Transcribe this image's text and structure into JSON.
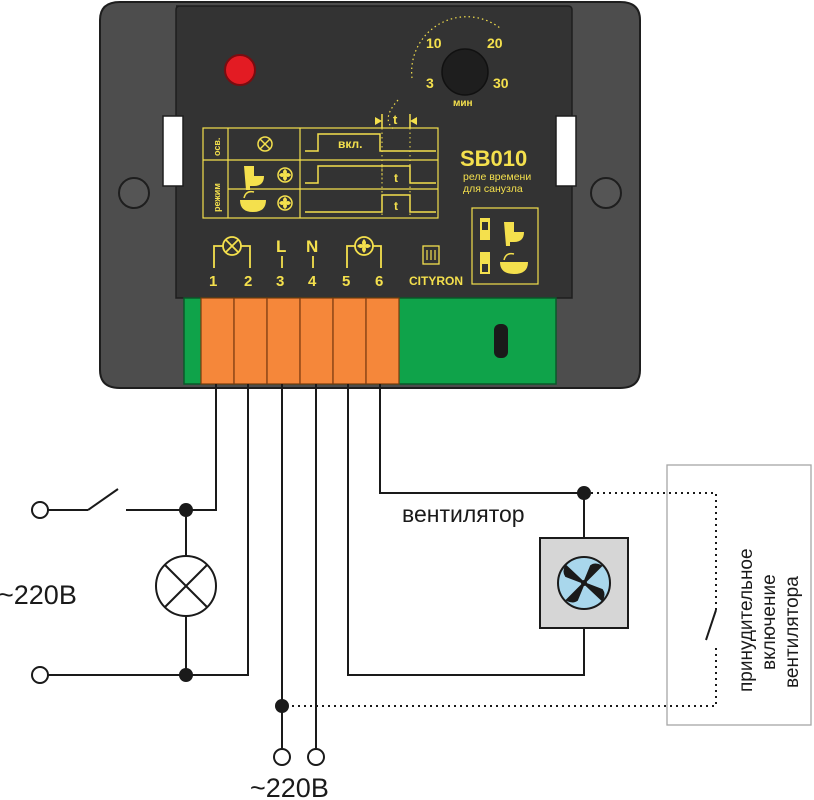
{
  "device": {
    "model": "SB010",
    "subtitle_line1": "реле времени",
    "subtitle_line2": "для санузла",
    "brand": "CITYRON",
    "colors": {
      "body": "#4a4a4a",
      "panel": "#333333",
      "accent": "#f4e04d",
      "terminal_orange": "#f5873a",
      "terminal_green": "#0fa34a",
      "led": "#e31b23"
    }
  },
  "dial": {
    "marks": [
      "10",
      "20",
      "3",
      "30"
    ],
    "unit": "мин"
  },
  "table": {
    "row_osv": "осв.",
    "row_mode": "режим",
    "on_label": "вкл.",
    "t_label": "t",
    "t_marker": "t"
  },
  "terminals": {
    "numbers": [
      "1",
      "2",
      "3",
      "4",
      "5",
      "6"
    ],
    "L": "L",
    "N": "N"
  },
  "labels": {
    "left_supply": "~220В",
    "bottom_supply": "~220В",
    "fan": "вентилятор",
    "forced_line1": "принудительное",
    "forced_line2": "включение",
    "forced_line3": "вентилятора"
  }
}
